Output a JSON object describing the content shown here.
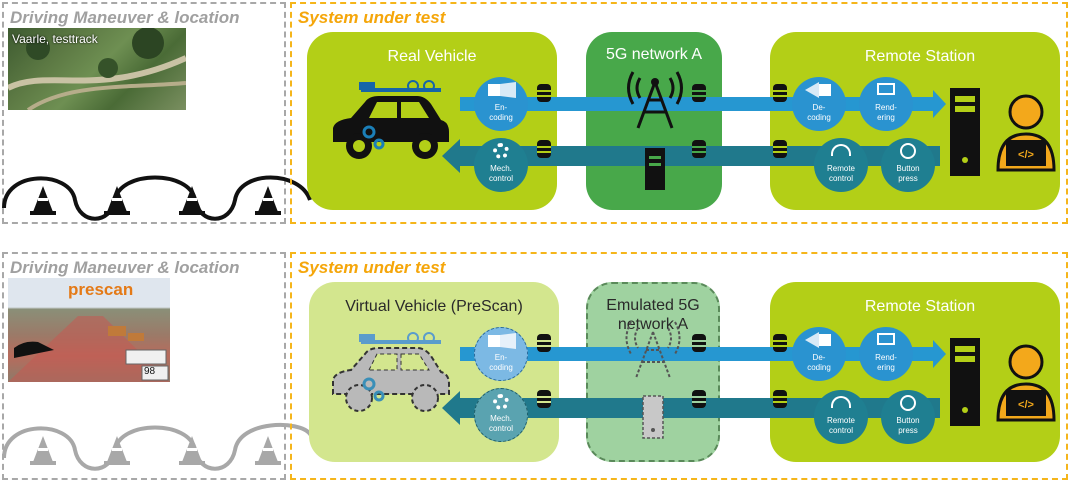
{
  "top": {
    "maneuver_title": "Driving Maneuver & location",
    "location_label": "Vaarle, testtrack",
    "sut_title": "System under test",
    "vehicle_label": "Real Vehicle",
    "network_label": "5G network A",
    "remote_label": "Remote Station",
    "encoding_label": "En-\ncoding",
    "mech_label": "Mech.\ncontrol",
    "decoding_label": "De-\ncoding",
    "rendering_label": "Rend-\nering",
    "remote_control_label": "Remote\ncontrol",
    "button_press_label": "Button\npress"
  },
  "bottom": {
    "maneuver_title": "Driving Maneuver & location",
    "prescan_logo": "prescan",
    "speed_value": "98",
    "sut_title": "System under test",
    "vehicle_label": "Virtual Vehicle (PreScan)",
    "network_label": "Emulated 5G\nnetwork A",
    "remote_label": "Remote Station",
    "encoding_label": "En-\ncoding",
    "mech_label": "Mech.\ncontrol",
    "decoding_label": "De-\ncoding",
    "rendering_label": "Rend-\nering",
    "remote_control_label": "Remote\ncontrol",
    "button_press_label": "Button\npress"
  },
  "colors": {
    "panel_green": "#b3cf17",
    "panel_green_light": "#d3e68e",
    "network_green": "#48a84a",
    "network_green_light": "#9fd2a0",
    "arrow_blue": "#2697d1",
    "arrow_teal": "#20798c",
    "circle_blue": "#2a93d0",
    "circle_teal": "#1f7f91",
    "gold": "#f5b51b",
    "gray": "#a8a8a8"
  }
}
